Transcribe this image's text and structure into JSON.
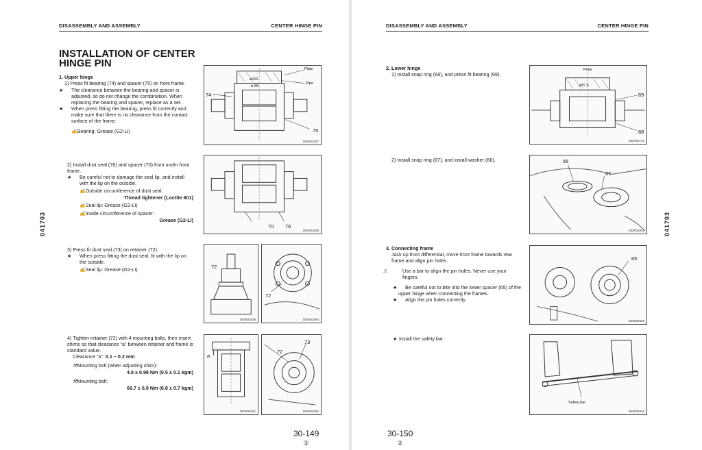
{
  "left": {
    "header_left": "DISASSEMBLY AND ASSEMBLY",
    "header_right": "CENTER HINGE PIN",
    "side_code": "041703",
    "title": "INSTALLATION OF CENTER HINGE PIN",
    "step1_heading": "1.  Upper hinge",
    "step1_1": "1)  Press fit bearing (74) and spacer (75) on front frame.",
    "step1_note1": "The clearance between the bearing and spacer is adjusted, so do not change the combination. When replacing the bearing and spacer, replace as a set.",
    "step1_note2": "When press fitting the bearing, press fit correctly and make sure that there is no clearance from the contact surface of the frame.",
    "step1_grease": "Bearing: Grease (G2-LI)",
    "step2_text": "2)  Install dust seal (76) and spacer (70) from under front frame.",
    "step2_note": "Be careful not to damage the seal lip, and install with the lip on the outside.",
    "step2_outside": "Outside circumference of dust seal:",
    "step2_outside_val": "Thread tightener (Loctite 601)",
    "step2_seal": "Seal lip: Grease (G2-LI)",
    "step2_inside": "Inside circumference of spacer:",
    "step2_inside_val": "Grease (G2-LI)",
    "step3_text": "3)  Press fit dust seal (73) on retainer (72).",
    "step3_note": "When press fitting the dust seal, fit with the lip on the outside.",
    "step3_seal": "Seal lip: Grease (G2-LI)",
    "step4_text": "4)  Tighten retainer (72) with 4 mounting bolts, then insert shims so that clearance \"a\" between retainer and frame is standard value.",
    "step4_clear_label": "Clearance \"a\": ",
    "step4_clear_val": "0.1 – 0.2 mm",
    "step4_bolt1": "Mounting bolt (when adjusting shim):",
    "step4_bolt1_val": "4.9 ± 0.98 Nm (0.5 ± 0.1 kgm)",
    "step4_bolt2": "Mounting bolt:",
    "step4_bolt2_val": "66.7 ± 6.9 Nm (6.8 ± 0.7 kgm)",
    "fig1": {
      "plate": "Plate",
      "pipe": "Pipe",
      "d1": "ø102",
      "d2": "ø 88",
      "n74": "74",
      "n75": "75",
      "code": "DEW02837"
    },
    "fig2": {
      "n70": "70",
      "n76": "76",
      "code": "DEW02838"
    },
    "fig3a": {
      "n72": "72",
      "code": "DEW02839"
    },
    "fig3b": {
      "n72": "72",
      "code": "DEW02840"
    },
    "fig4a": {
      "a": "a",
      "code": "DEW02841"
    },
    "fig4b": {
      "n72": "72",
      "n73": "73",
      "code": "DEW02842"
    },
    "page_number": "30-149",
    "revision": "②"
  },
  "right": {
    "header_left": "DISASSEMBLY AND ASSEMBLY",
    "header_right": "CENTER HINGE PIN",
    "side_code": "041703",
    "step2_heading": "2.  Lower hinge",
    "step2_1": "1)  Install snap ring (68), and press fit bearing (69).",
    "step2_2": "2)  Install snap ring (67), and install washer (66).",
    "step3_heading": "3.  Connecting frame",
    "step3_text": "Jack up front differential, move front frame towards rear frame and align pin holes.",
    "step3_warning": "Use a bar to align the pin holes. Never use your fingers.",
    "step3_note1": "Be careful not to bite into the lower spacer (65) of the upper hinge when connecting the frames.",
    "step3_note2": "Align the pin holes correctly.",
    "step3_safety": "Install the safety bar.",
    "fig5": {
      "plate": "Plate",
      "d": "ø87.5",
      "n69": "69",
      "n68": "68",
      "code": "DEW02743"
    },
    "fig6": {
      "n66": "66",
      "n67": "67",
      "code": "DEW02844"
    },
    "fig7": {
      "n65": "65",
      "code": "DEW02845"
    },
    "fig8": {
      "safety": "Safety bar",
      "code": "DEW02846"
    },
    "page_number": "30-150",
    "revision": "②"
  }
}
